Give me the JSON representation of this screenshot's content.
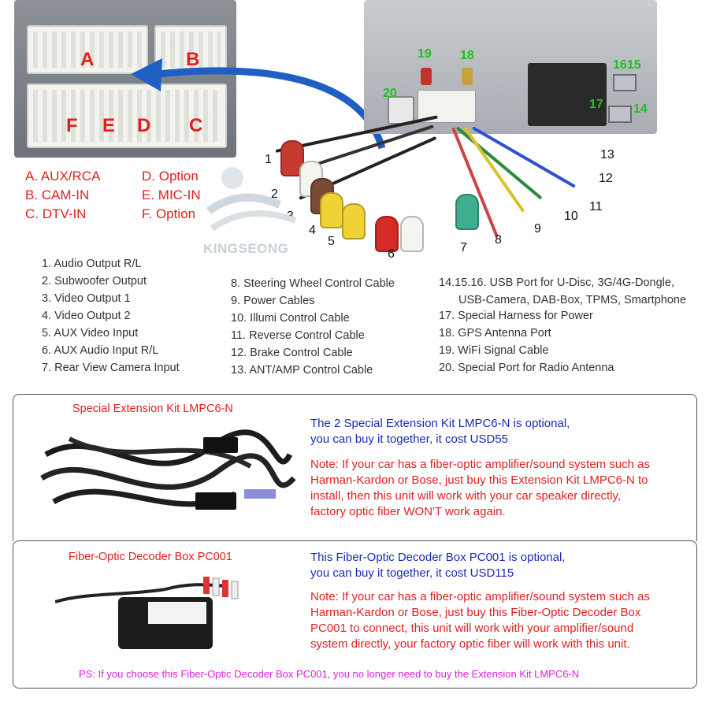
{
  "connector_letters": [
    "A",
    "B",
    "F",
    "E",
    "D",
    "C"
  ],
  "legend": [
    "A. AUX/RCA",
    "B. CAM-IN",
    "C. DTV-IN",
    "D. Option",
    "E. MIC-IN",
    "F. Option"
  ],
  "photo_numbers": {
    "wifi": "19",
    "gps": "18",
    "radio": "20",
    "usb": "1615",
    "usb_14": "14",
    "harness": "17",
    "cables": [
      "1",
      "2",
      "3",
      "4",
      "5",
      "6",
      "7",
      "8",
      "9",
      "10",
      "11",
      "12",
      "13"
    ]
  },
  "logo": "KINGSEONG",
  "list_col1": [
    "1. Audio Output R/L",
    "2. Subwoofer Output",
    "3. Video Output 1",
    "4. Video Output 2",
    "5. AUX Video Input",
    "6. AUX Audio Input R/L",
    "7. Rear View Camera Input"
  ],
  "list_col2": [
    "8. Steering Wheel Control Cable",
    "9. Power Cables",
    "10. Illumi Control Cable",
    "11. Reverse Control Cable",
    "12. Brake Control Cable",
    "13. ANT/AMP Control Cable"
  ],
  "list_col3": [
    "14.15.16. USB Port for U-Disc, 3G/4G-Dongle,",
    "USB-Camera, DAB-Box, TPMS, Smartphone",
    "17. Special Harness for Power",
    "18. GPS Antenna Port",
    "19. WiFi Signal Cable",
    "20. Special Port for Radio Antenna"
  ],
  "kit1": {
    "title": "Special Extension Kit LMPC6-N",
    "blue": [
      "The 2 Special Extension Kit LMPC6-N is optional,",
      "you can buy it together, it cost USD55"
    ],
    "red": [
      "Note: If your car has a fiber-optic amplifier/sound system such as",
      "Harman-Kardon or Bose, just buy this Extension Kit LMPC6-N to",
      "install, then this unit will work with your car speaker directly,",
      "factory optic fiber WON'T work again."
    ]
  },
  "kit2": {
    "title": "Fiber-Optic Decoder Box  PC001",
    "blue": [
      "This Fiber-Optic Decoder Box  PC001 is optional,",
      "you can buy it together, it cost USD115"
    ],
    "red": [
      "Note: If your car has a fiber-optic amplifier/sound system such as",
      "Harman-Kardon or Bose, just buy this Fiber-Optic Decoder Box",
      "PC001 to connect, this unit will work with your amplifier/sound",
      "system directly, your factory optic fiber will work with this unit."
    ]
  },
  "ps_note": "PS:  If you choose this Fiber-Optic Decoder Box PC001, you no longer need to buy the Extension Kit LMPC6-N",
  "colors": {
    "red": "#e02020",
    "blue": "#1a2bb0",
    "green": "#20c020",
    "magenta": "#e020e0",
    "arrow": "#1f5fc4"
  }
}
